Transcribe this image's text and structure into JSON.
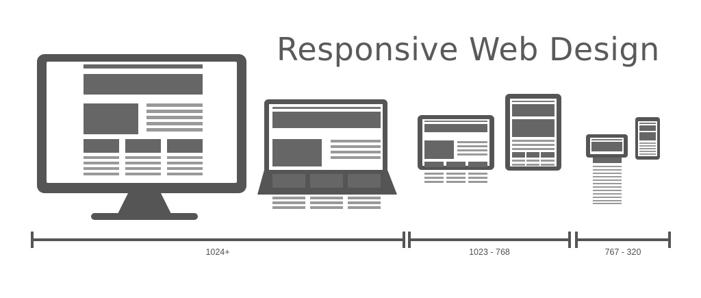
{
  "title": "Responsive Web Design",
  "ranges": [
    {
      "label": "1024+"
    },
    {
      "label": "1023 - 768"
    },
    {
      "label": "767 - 320"
    }
  ],
  "colors": {
    "device_frame": "#555555",
    "screen": "#ffffff",
    "content_block": "#6a6a6a",
    "text_line": "#999999",
    "scale_line": "#555555"
  },
  "devices": [
    {
      "icon": "desktop-monitor-icon"
    },
    {
      "icon": "laptop-icon"
    },
    {
      "icon": "tablet-landscape-icon"
    },
    {
      "icon": "tablet-portrait-icon"
    },
    {
      "icon": "phone-landscape-icon"
    },
    {
      "icon": "phone-portrait-icon"
    }
  ]
}
